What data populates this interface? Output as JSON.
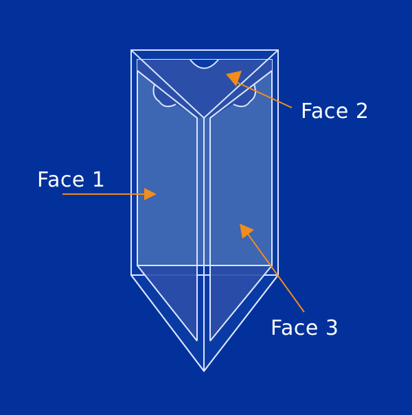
{
  "diagram": {
    "type": "triangular-prism-faces",
    "colors": {
      "background": "#03319b",
      "face_fill_front": "#3d66b3",
      "face_fill_top": "#2b4fa8",
      "outline": "#dbe6ff",
      "arrow": "#f28c1e",
      "label_text": "#ffffff"
    },
    "labels": {
      "face1": "Face 1",
      "face2": "Face 2",
      "face3": "Face 3"
    }
  }
}
